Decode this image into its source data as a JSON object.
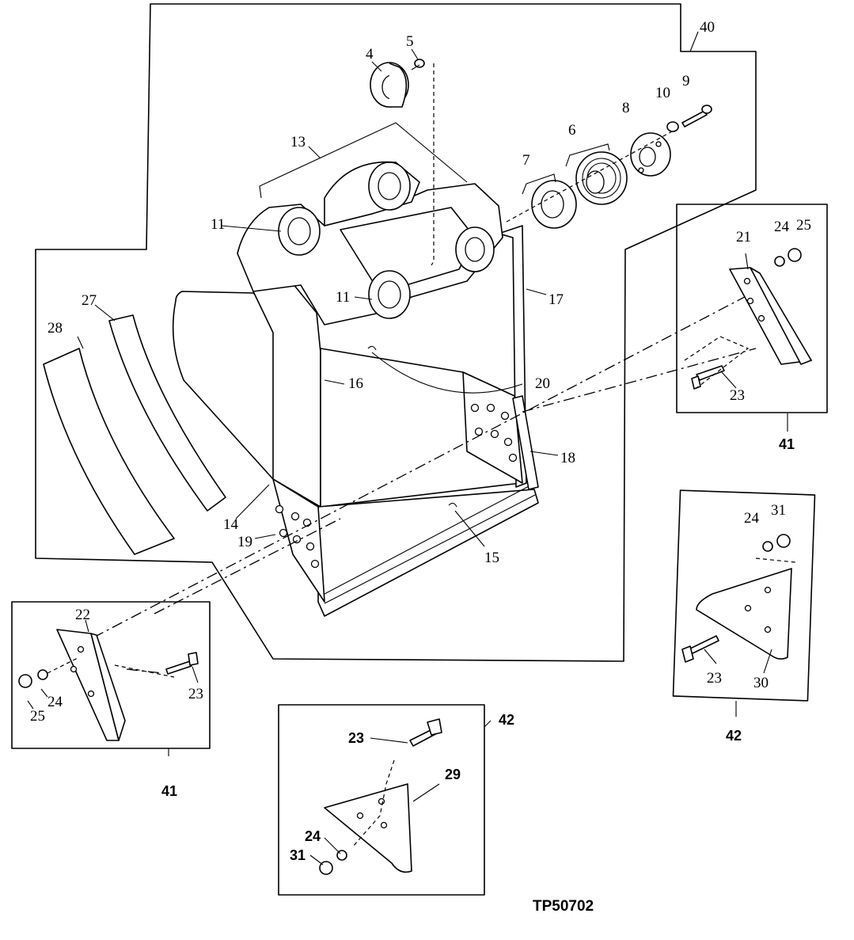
{
  "callouts": {
    "p4": "4",
    "p5": "5",
    "p6": "6",
    "p7": "7",
    "p8": "8",
    "p9": "9",
    "p10": "10",
    "p11a": "11",
    "p11b": "11",
    "p13": "13",
    "p14": "14",
    "p15": "15",
    "p16": "16",
    "p17": "17",
    "p18": "18",
    "p19": "19",
    "p20": "20",
    "p21": "21",
    "p22": "22",
    "p23a": "23",
    "p23b": "23",
    "p23c": "23",
    "p23d": "23",
    "p24a": "24",
    "p24b": "24",
    "p24c": "24",
    "p24d": "24",
    "p25a": "25",
    "p25b": "25",
    "p27": "27",
    "p28": "28",
    "p29": "29",
    "p30": "30",
    "p31a": "31",
    "p31b": "31",
    "p40": "40",
    "p41a": "41",
    "p41b": "41",
    "p42a": "42",
    "p42b": "42"
  },
  "figure_code": "TP50702"
}
